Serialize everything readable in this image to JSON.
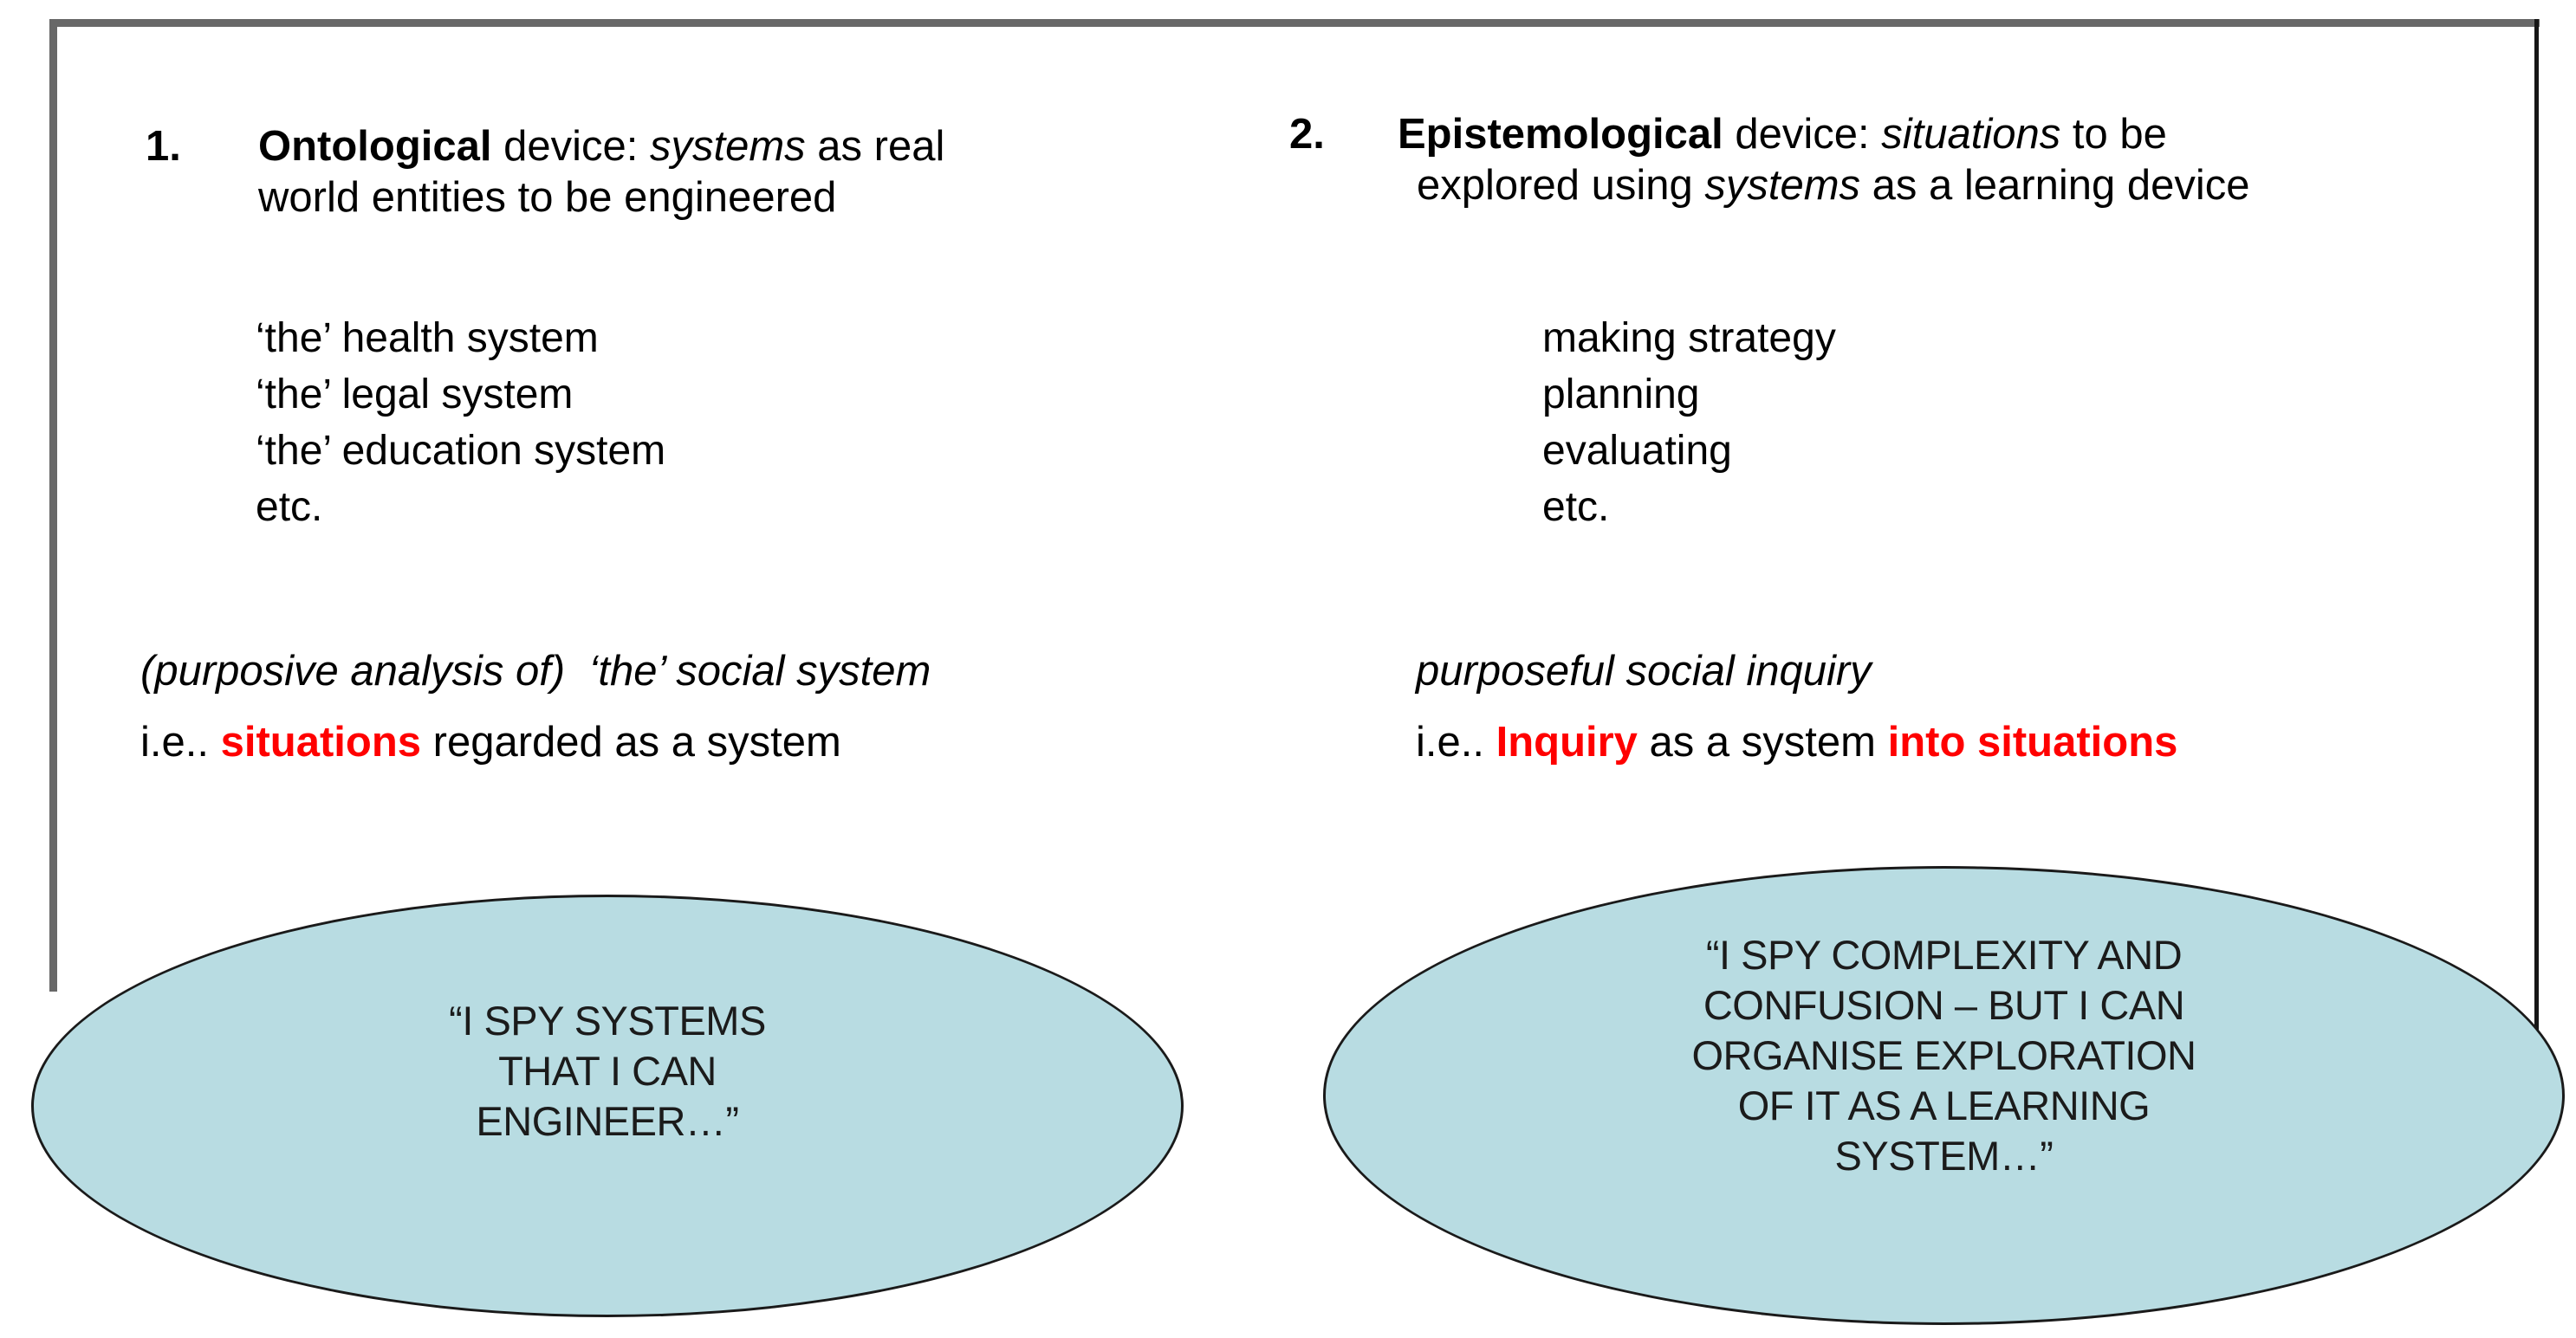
{
  "slide": {
    "background": "#ffffff",
    "frame": {
      "top_left_color": "#686868",
      "right_color": "#161616"
    }
  },
  "colors": {
    "red_emphasis": "#ff0000",
    "text": "#000000",
    "ellipse_fill": "#b8dce2",
    "ellipse_stroke": "#1a1a1a"
  },
  "left_column": {
    "number": "1.",
    "heading": {
      "l1_bold": "Ontological",
      "l1_mid": " device: ",
      "l1_italic": "systems",
      "l1_tail": " as real",
      "l2": "world entities to be engineered"
    },
    "items": [
      "‘the’ health system",
      "‘the’ legal system",
      "‘the’ education system",
      "etc."
    ],
    "note": "(purposive analysis of)  ‘the’ social system",
    "conclusion": {
      "prefix": "i.e.. ",
      "red": "situations",
      "tail": " regarded as a system"
    }
  },
  "right_column": {
    "number": "2.",
    "heading": {
      "l1_bold": "Epistemological",
      "l1_mid": " device: ",
      "l1_italic": "situations",
      "l1_tail": " to be",
      "l2_head": "explored using ",
      "l2_italic": "systems",
      "l2_tail": " as a learning device"
    },
    "items": [
      "making strategy",
      "planning",
      "evaluating",
      "etc."
    ],
    "note": "purposeful social inquiry",
    "conclusion": {
      "prefix": "i.e.. ",
      "red1": "Inquiry",
      "mid": " as a system ",
      "red2": "into situations"
    }
  },
  "speech_ellipses": {
    "left": {
      "lines": [
        "“I SPY SYSTEMS",
        "THAT I CAN",
        "ENGINEER…”"
      ]
    },
    "right": {
      "lines": [
        "“I SPY COMPLEXITY AND",
        "CONFUSION – BUT I CAN",
        "ORGANISE EXPLORATION",
        "OF IT AS A LEARNING",
        "SYSTEM…”"
      ]
    }
  }
}
